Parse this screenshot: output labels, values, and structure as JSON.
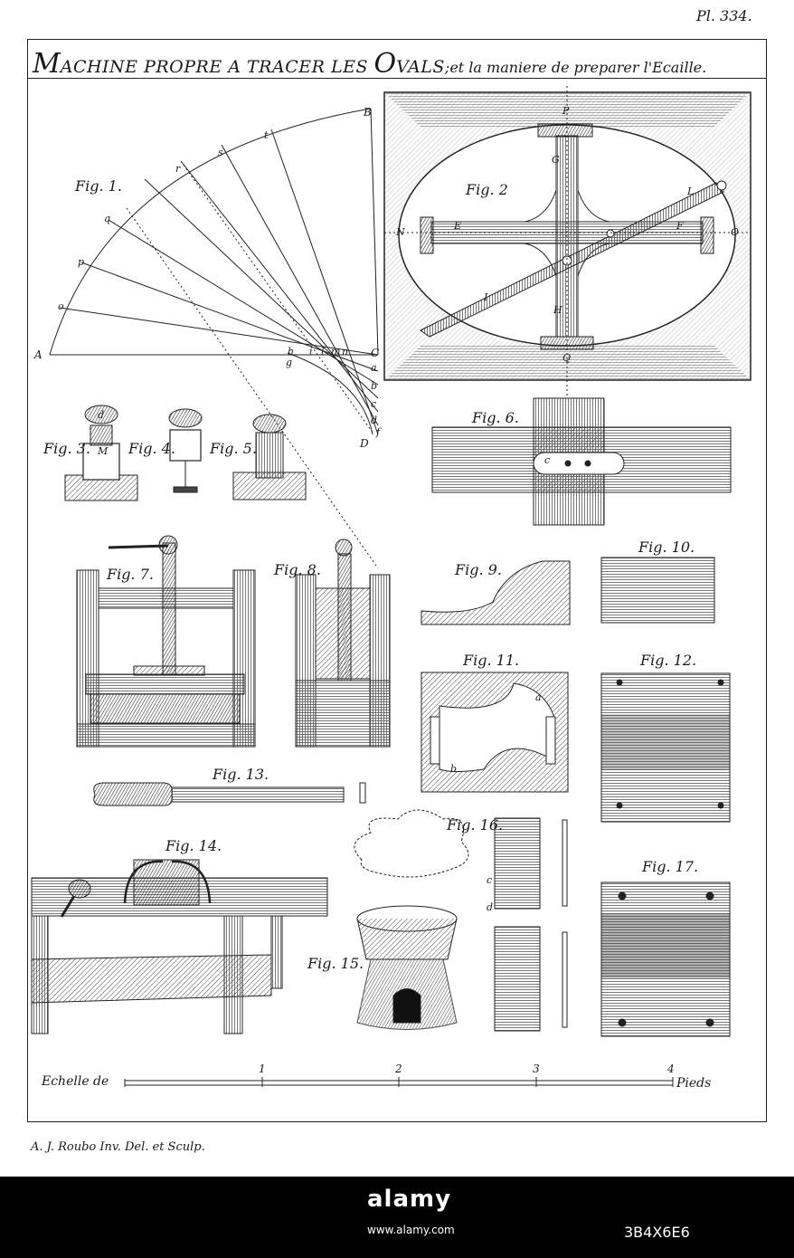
{
  "plate": "Pl. 334.",
  "title": {
    "cap1": "M",
    "part1": "ACHINE PROPRE A TRACER LES ",
    "cap2": "O",
    "part2": "VALS",
    "rest": ";et la maniere de preparer l'Ecaille."
  },
  "figures": {
    "fig1": "Fig. 1.",
    "fig2": "Fig. 2",
    "fig3": "Fig. 3.",
    "fig4": "Fig. 4.",
    "fig5": "Fig. 5.",
    "fig6": "Fig. 6.",
    "fig7": "Fig. 7.",
    "fig8": "Fig. 8.",
    "fig9": "Fig. 9.",
    "fig10": "Fig. 10.",
    "fig11": "Fig. 11.",
    "fig12": "Fig. 12.",
    "fig13": "Fig. 13.",
    "fig14": "Fig. 14.",
    "fig15": "Fig. 15.",
    "fig16": "Fig. 16.",
    "fig17": "Fig. 17."
  },
  "fig1_letters": {
    "A": "A",
    "B": "B",
    "C": "C",
    "D": "D",
    "o": "o",
    "p": "p",
    "q": "q",
    "r": "r",
    "s": "s",
    "t": "t",
    "h": "h",
    "g": "g",
    "i": "i",
    "l": "l",
    "m": "m",
    "n": "n",
    "a": "a",
    "b": "b",
    "c": "c",
    "d": "d",
    "f": "f"
  },
  "fig2_letters": {
    "P": "P",
    "Q": "Q",
    "N": "N",
    "O": "O",
    "E": "E",
    "F": "F",
    "G": "G",
    "H": "H",
    "L": "L",
    "I": "I"
  },
  "small_letters": {
    "fig3_d": "d",
    "fig3_M": "M",
    "fig6_c": "c",
    "fig11_a": "a",
    "fig11_b": "b",
    "fig16_c": "c",
    "fig16_d": "d"
  },
  "scale": {
    "label": "Echelle de",
    "ticks": [
      "1",
      "2",
      "3",
      "4"
    ],
    "unit": "Pieds"
  },
  "credit": "A. J. Roubo Inv. Del. et Sculp.",
  "watermark": {
    "logo": "alamy",
    "image_id": "3B4X6E6",
    "site": "www.alamy.com"
  }
}
